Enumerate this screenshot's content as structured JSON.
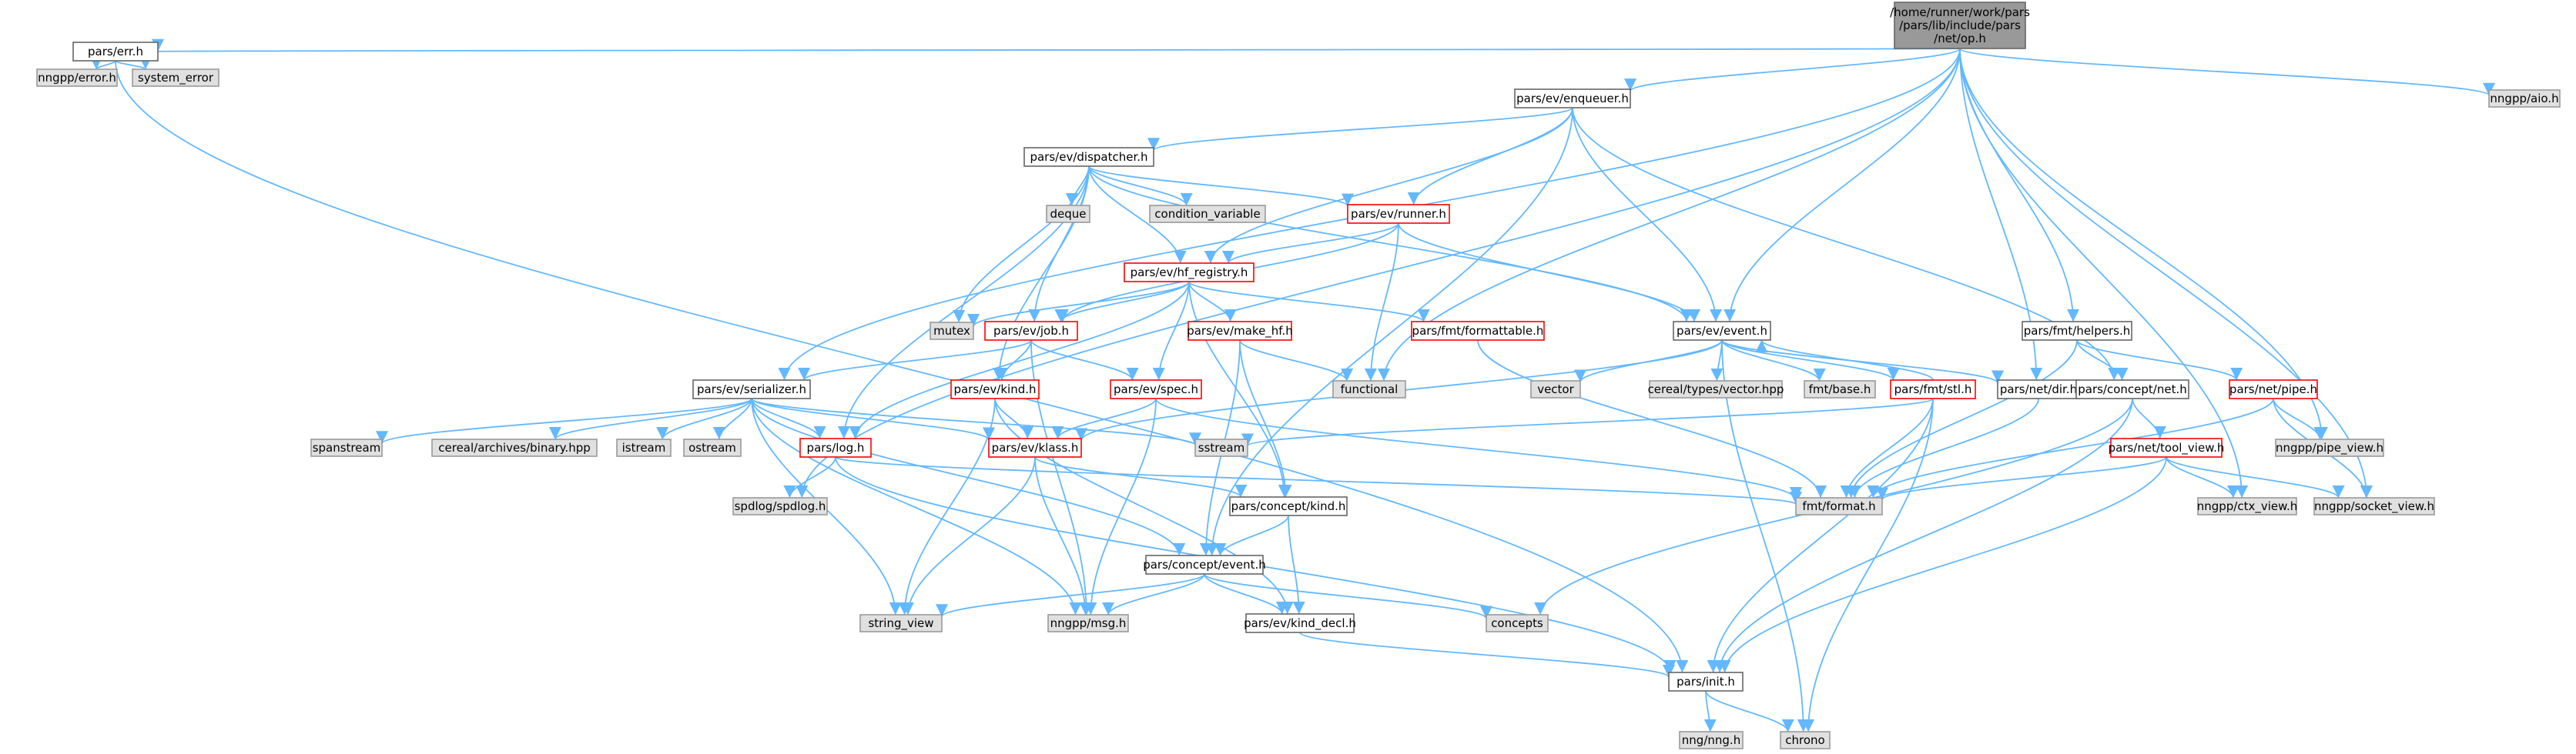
{
  "graph": {
    "colors": {
      "edge": "#63b8ff",
      "file_border": "#666666",
      "red_border": "#ff0000",
      "std_fill": "#e0e0e0",
      "root_fill": "#999999"
    },
    "nodes": [
      {
        "id": "root",
        "kind": "root",
        "lines": [
          "/home/runner/work/pars",
          "/pars/lib/include/pars",
          "/net/op.h"
        ]
      },
      {
        "id": "err_h",
        "kind": "file",
        "lines": [
          "pars/err.h"
        ]
      },
      {
        "id": "nngpp_error",
        "kind": "std",
        "lines": [
          "nngpp/error.h"
        ]
      },
      {
        "id": "system_error",
        "kind": "std",
        "lines": [
          "system_error"
        ]
      },
      {
        "id": "enqueuer",
        "kind": "file",
        "lines": [
          "pars/ev/enqueuer.h"
        ]
      },
      {
        "id": "dispatcher",
        "kind": "file",
        "lines": [
          "pars/ev/dispatcher.h"
        ]
      },
      {
        "id": "deque",
        "kind": "std",
        "lines": [
          "deque"
        ]
      },
      {
        "id": "condvar",
        "kind": "std",
        "lines": [
          "condition_variable"
        ]
      },
      {
        "id": "runner",
        "kind": "red",
        "lines": [
          "pars/ev/runner.h"
        ]
      },
      {
        "id": "hf_registry",
        "kind": "red",
        "lines": [
          "pars/ev/hf_registry.h"
        ]
      },
      {
        "id": "mutex",
        "kind": "std",
        "lines": [
          "mutex"
        ]
      },
      {
        "id": "job",
        "kind": "red",
        "lines": [
          "pars/ev/job.h"
        ]
      },
      {
        "id": "make_hf",
        "kind": "red",
        "lines": [
          "pars/ev/make_hf.h"
        ]
      },
      {
        "id": "formattable",
        "kind": "red",
        "lines": [
          "pars/fmt/formattable.h"
        ]
      },
      {
        "id": "functional",
        "kind": "std",
        "lines": [
          "functional"
        ]
      },
      {
        "id": "event_h",
        "kind": "file",
        "lines": [
          "pars/ev/event.h"
        ]
      },
      {
        "id": "vector",
        "kind": "std",
        "lines": [
          "vector"
        ]
      },
      {
        "id": "cereal_vector",
        "kind": "std",
        "lines": [
          "cereal/types/vector.hpp"
        ]
      },
      {
        "id": "fmt_base",
        "kind": "std",
        "lines": [
          "fmt/base.h"
        ]
      },
      {
        "id": "fmt_stl",
        "kind": "red",
        "lines": [
          "pars/fmt/stl.h"
        ]
      },
      {
        "id": "net_dir",
        "kind": "file",
        "lines": [
          "pars/net/dir.h"
        ]
      },
      {
        "id": "serializer",
        "kind": "file",
        "lines": [
          "pars/ev/serializer.h"
        ]
      },
      {
        "id": "spanstream",
        "kind": "std",
        "lines": [
          "spanstream"
        ]
      },
      {
        "id": "cereal_binary",
        "kind": "std",
        "lines": [
          "cereal/archives/binary.hpp"
        ]
      },
      {
        "id": "istream",
        "kind": "std",
        "lines": [
          "istream"
        ]
      },
      {
        "id": "ostream",
        "kind": "std",
        "lines": [
          "ostream"
        ]
      },
      {
        "id": "log_h",
        "kind": "red",
        "lines": [
          "pars/log.h"
        ]
      },
      {
        "id": "spdlog",
        "kind": "std",
        "lines": [
          "spdlog/spdlog.h"
        ]
      },
      {
        "id": "kind_h",
        "kind": "red",
        "lines": [
          "pars/ev/kind.h"
        ]
      },
      {
        "id": "spec_h",
        "kind": "red",
        "lines": [
          "pars/ev/spec.h"
        ]
      },
      {
        "id": "sstream",
        "kind": "std",
        "lines": [
          "sstream"
        ]
      },
      {
        "id": "klass_h",
        "kind": "red",
        "lines": [
          "pars/ev/klass.h"
        ]
      },
      {
        "id": "concept_kind",
        "kind": "file",
        "lines": [
          "pars/concept/kind.h"
        ]
      },
      {
        "id": "concept_event",
        "kind": "file",
        "lines": [
          "pars/concept/event.h"
        ]
      },
      {
        "id": "string_view",
        "kind": "std",
        "lines": [
          "string_view"
        ]
      },
      {
        "id": "nngpp_msg",
        "kind": "std",
        "lines": [
          "nngpp/msg.h"
        ]
      },
      {
        "id": "kind_decl",
        "kind": "file",
        "lines": [
          "pars/ev/kind_decl.h"
        ]
      },
      {
        "id": "concepts",
        "kind": "std",
        "lines": [
          "concepts"
        ]
      },
      {
        "id": "init_h",
        "kind": "file",
        "lines": [
          "pars/init.h"
        ]
      },
      {
        "id": "nng_h",
        "kind": "std",
        "lines": [
          "nng/nng.h"
        ]
      },
      {
        "id": "chrono",
        "kind": "std",
        "lines": [
          "chrono"
        ]
      },
      {
        "id": "fmt_format",
        "kind": "std",
        "lines": [
          "fmt/format.h"
        ]
      },
      {
        "id": "fmt_helpers",
        "kind": "file",
        "lines": [
          "pars/fmt/helpers.h"
        ]
      },
      {
        "id": "concept_net",
        "kind": "file",
        "lines": [
          "pars/concept/net.h"
        ]
      },
      {
        "id": "net_pipe",
        "kind": "red",
        "lines": [
          "pars/net/pipe.h"
        ]
      },
      {
        "id": "tool_view",
        "kind": "red",
        "lines": [
          "pars/net/tool_view.h"
        ]
      },
      {
        "id": "pipe_view",
        "kind": "std",
        "lines": [
          "nngpp/pipe_view.h"
        ]
      },
      {
        "id": "ctx_view",
        "kind": "std",
        "lines": [
          "nngpp/ctx_view.h"
        ]
      },
      {
        "id": "socket_view",
        "kind": "std",
        "lines": [
          "nngpp/socket_view.h"
        ]
      },
      {
        "id": "aio_h",
        "kind": "std",
        "lines": [
          "nngpp/aio.h"
        ]
      }
    ],
    "edges": [
      [
        "root",
        "err_h"
      ],
      [
        "root",
        "enqueuer"
      ],
      [
        "root",
        "serializer"
      ],
      [
        "root",
        "spdlog"
      ],
      [
        "root",
        "functional"
      ],
      [
        "root",
        "event_h"
      ],
      [
        "root",
        "net_dir"
      ],
      [
        "root",
        "fmt_helpers"
      ],
      [
        "root",
        "pipe_view"
      ],
      [
        "root",
        "ctx_view"
      ],
      [
        "root",
        "socket_view"
      ],
      [
        "root",
        "aio_h"
      ],
      [
        "err_h",
        "nngpp_error"
      ],
      [
        "err_h",
        "system_error"
      ],
      [
        "err_h",
        "init_h"
      ],
      [
        "enqueuer",
        "dispatcher"
      ],
      [
        "enqueuer",
        "runner"
      ],
      [
        "enqueuer",
        "hf_registry"
      ],
      [
        "enqueuer",
        "event_h"
      ],
      [
        "enqueuer",
        "concept_event"
      ],
      [
        "enqueuer",
        "concept_net"
      ],
      [
        "dispatcher",
        "deque"
      ],
      [
        "dispatcher",
        "condvar"
      ],
      [
        "dispatcher",
        "runner"
      ],
      [
        "dispatcher",
        "hf_registry"
      ],
      [
        "dispatcher",
        "mutex"
      ],
      [
        "dispatcher",
        "job"
      ],
      [
        "dispatcher",
        "kind_h"
      ],
      [
        "dispatcher",
        "log_h"
      ],
      [
        "dispatcher",
        "event_h"
      ],
      [
        "runner",
        "hf_registry"
      ],
      [
        "runner",
        "job"
      ],
      [
        "runner",
        "functional"
      ],
      [
        "runner",
        "event_h"
      ],
      [
        "hf_registry",
        "mutex"
      ],
      [
        "hf_registry",
        "job"
      ],
      [
        "hf_registry",
        "make_hf"
      ],
      [
        "hf_registry",
        "formattable"
      ],
      [
        "hf_registry",
        "spec_h"
      ],
      [
        "hf_registry",
        "concept_kind"
      ],
      [
        "hf_registry",
        "log_h"
      ],
      [
        "job",
        "serializer"
      ],
      [
        "job",
        "kind_h"
      ],
      [
        "job",
        "spec_h"
      ],
      [
        "job",
        "nngpp_msg"
      ],
      [
        "make_hf",
        "functional"
      ],
      [
        "make_hf",
        "concept_kind"
      ],
      [
        "make_hf",
        "concept_event"
      ],
      [
        "formattable",
        "fmt_format"
      ],
      [
        "event_h",
        "vector"
      ],
      [
        "event_h",
        "cereal_vector"
      ],
      [
        "event_h",
        "fmt_base"
      ],
      [
        "event_h",
        "fmt_stl"
      ],
      [
        "event_h",
        "net_dir"
      ],
      [
        "event_h",
        "klass_h"
      ],
      [
        "event_h",
        "chrono"
      ],
      [
        "fmt_stl",
        "event_h"
      ],
      [
        "fmt_stl",
        "fmt_format"
      ],
      [
        "fmt_stl",
        "sstream"
      ],
      [
        "fmt_stl",
        "init_h"
      ],
      [
        "fmt_stl",
        "chrono"
      ],
      [
        "net_dir",
        "fmt_format"
      ],
      [
        "serializer",
        "spanstream"
      ],
      [
        "serializer",
        "cereal_binary"
      ],
      [
        "serializer",
        "istream"
      ],
      [
        "serializer",
        "ostream"
      ],
      [
        "serializer",
        "sstream"
      ],
      [
        "serializer",
        "log_h"
      ],
      [
        "serializer",
        "klass_h"
      ],
      [
        "serializer",
        "concept_event"
      ],
      [
        "serializer",
        "string_view"
      ],
      [
        "serializer",
        "nngpp_msg"
      ],
      [
        "log_h",
        "spdlog"
      ],
      [
        "log_h",
        "fmt_format"
      ],
      [
        "log_h",
        "init_h"
      ],
      [
        "kind_h",
        "klass_h"
      ],
      [
        "kind_h",
        "string_view"
      ],
      [
        "kind_h",
        "kind_decl"
      ],
      [
        "spec_h",
        "klass_h"
      ],
      [
        "spec_h",
        "nngpp_msg"
      ],
      [
        "spec_h",
        "fmt_format"
      ],
      [
        "klass_h",
        "concept_kind"
      ],
      [
        "klass_h",
        "string_view"
      ],
      [
        "klass_h",
        "nngpp_msg"
      ],
      [
        "concept_kind",
        "concept_event"
      ],
      [
        "concept_kind",
        "kind_decl"
      ],
      [
        "concept_event",
        "string_view"
      ],
      [
        "concept_event",
        "nngpp_msg"
      ],
      [
        "concept_event",
        "kind_decl"
      ],
      [
        "concept_event",
        "concepts"
      ],
      [
        "kind_decl",
        "init_h"
      ],
      [
        "init_h",
        "nng_h"
      ],
      [
        "init_h",
        "chrono"
      ],
      [
        "fmt_helpers",
        "concept_net"
      ],
      [
        "fmt_helpers",
        "net_pipe"
      ],
      [
        "fmt_helpers",
        "fmt_format"
      ],
      [
        "concept_net",
        "tool_view"
      ],
      [
        "concept_net",
        "concepts"
      ],
      [
        "concept_net",
        "init_h"
      ],
      [
        "net_pipe",
        "pipe_view"
      ],
      [
        "net_pipe",
        "fmt_format"
      ],
      [
        "net_pipe",
        "socket_view"
      ],
      [
        "tool_view",
        "ctx_view"
      ],
      [
        "tool_view",
        "socket_view"
      ],
      [
        "tool_view",
        "fmt_format"
      ],
      [
        "tool_view",
        "init_h"
      ]
    ]
  }
}
